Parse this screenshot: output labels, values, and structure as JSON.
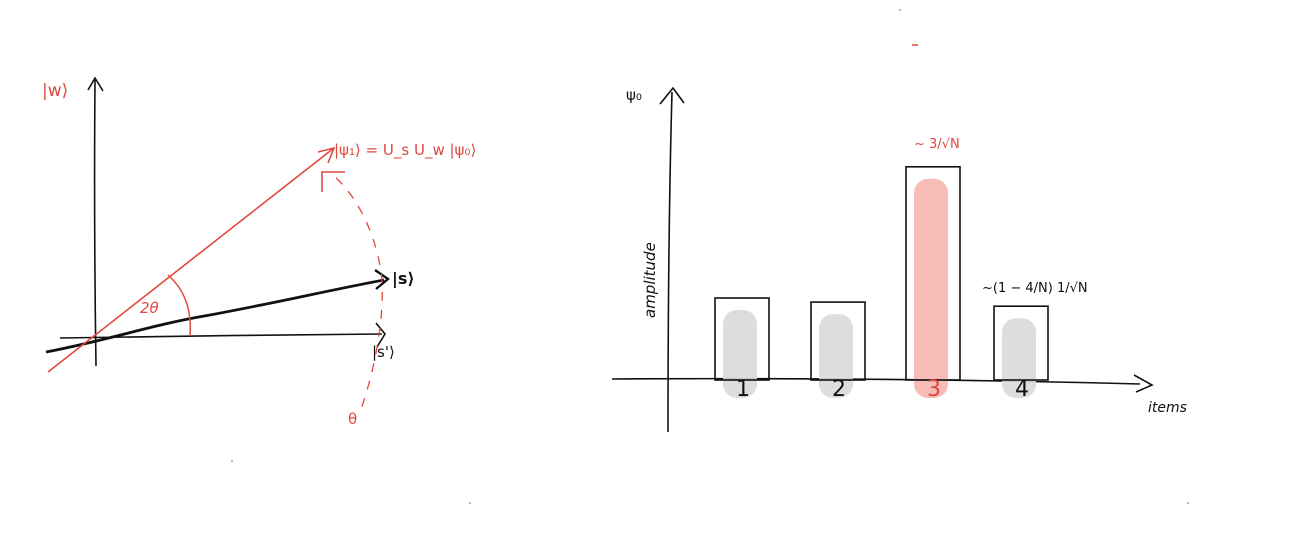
{
  "colors": {
    "ink": "#111111",
    "accent": "#e0483e",
    "bar_fill": "#d9d9d9",
    "highlight_fill": "#f4a6a0"
  },
  "left_diagram": {
    "y_axis_label": "|w⟩",
    "x_axis_label": "|s'⟩",
    "state_label": "|s⟩",
    "rotated_state_label": "|ψ₁⟩ = U_s U_w |ψ₀⟩",
    "angle_label": "2θ",
    "theta_label": "θ"
  },
  "right_chart": {
    "y_axis_symbol": "ψ₀",
    "y_axis_label": "amplitude",
    "x_axis_label": "items",
    "peak_annotation": "~ 3/√N",
    "other_annotation": "~(1 − 4/N) 1/√N"
  },
  "chart_data": {
    "type": "bar",
    "categories": [
      "1",
      "2",
      "3",
      "4"
    ],
    "values": [
      1,
      0.95,
      2.6,
      0.9
    ],
    "highlighted_category": "3",
    "ylabel": "amplitude",
    "xlabel": "items"
  }
}
